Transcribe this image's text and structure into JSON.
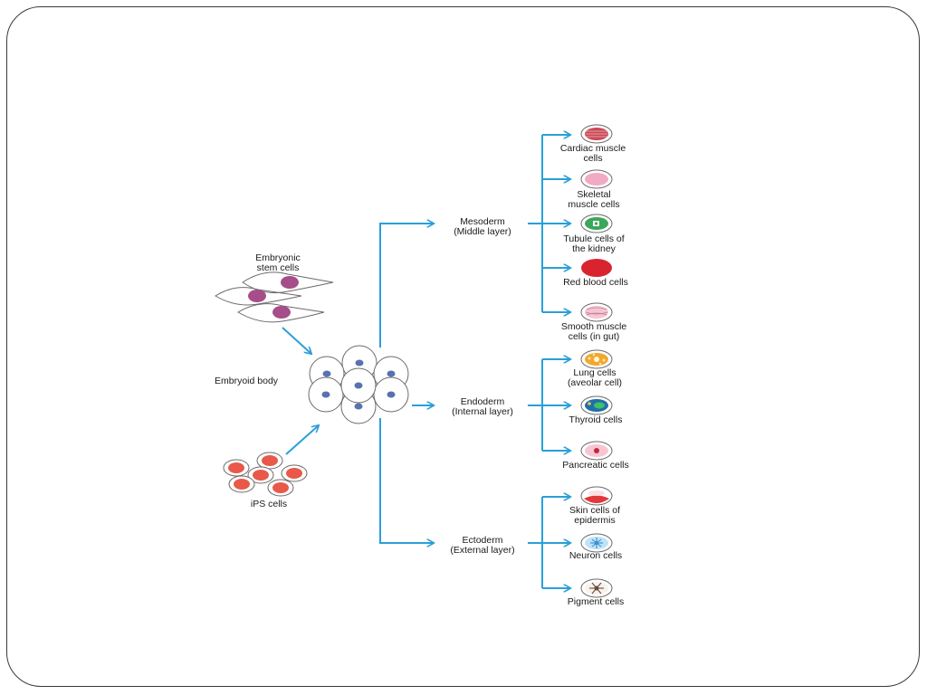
{
  "diagram": {
    "sources": {
      "embryonic_stem_cells": [
        "Embryonic",
        "stem cells"
      ],
      "ips_cells": "iPS cells",
      "embryoid_body": "Embryoid body"
    },
    "layers": {
      "mesoderm": {
        "label": [
          "Mesoderm",
          "(Middle layer)"
        ],
        "cells": [
          {
            "icon": "cardiac-muscle-cell-icon",
            "label": [
              "Cardiac muscle",
              "cells"
            ]
          },
          {
            "icon": "skeletal-muscle-cell-icon",
            "label": [
              "Skeletal",
              "muscle cells"
            ]
          },
          {
            "icon": "tubule-cell-icon",
            "label": [
              "Tubule cells of",
              "the kidney"
            ]
          },
          {
            "icon": "red-blood-cell-icon",
            "label": [
              "Red blood cells"
            ]
          },
          {
            "icon": "smooth-muscle-cell-icon",
            "label": [
              "Smooth muscle",
              "cells (in gut)"
            ]
          }
        ]
      },
      "endoderm": {
        "label": [
          "Endoderm",
          "(Internal layer)"
        ],
        "cells": [
          {
            "icon": "lung-cell-icon",
            "label": [
              "Lung cells",
              "(aveolar cell)"
            ]
          },
          {
            "icon": "thyroid-cell-icon",
            "label": [
              "Thyroid cells"
            ]
          },
          {
            "icon": "pancreatic-cell-icon",
            "label": [
              "Pancreatic cells"
            ]
          }
        ]
      },
      "ectoderm": {
        "label": [
          "Ectoderm",
          "(External layer)"
        ],
        "cells": [
          {
            "icon": "skin-cell-icon",
            "label": [
              "Skin cells of",
              "epidermis"
            ]
          },
          {
            "icon": "neuron-cell-icon",
            "label": [
              "Neuron cells"
            ]
          },
          {
            "icon": "pigment-cell-icon",
            "label": [
              "Pigment cells"
            ]
          }
        ]
      }
    },
    "colors": {
      "arrow": "#2a9fd8",
      "stem_cell_nucleus": "#a64d8a",
      "ips_cell": "#e8594a",
      "embryoid_nucleus": "#5872b0",
      "red_blood_cell": "#d92430"
    }
  }
}
